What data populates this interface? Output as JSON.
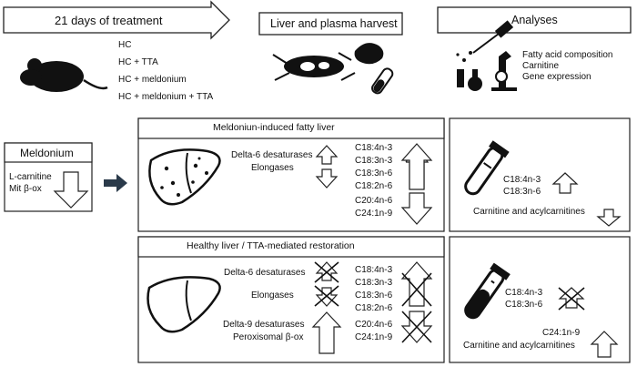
{
  "top": {
    "treatment": {
      "title": "21 days of treatment",
      "groups": [
        "HC",
        "HC + TTA",
        "HC + meldonium",
        "HC + meldonium + TTA"
      ]
    },
    "harvest": {
      "title": "Liver and plasma harvest"
    },
    "analyses": {
      "title": "Analyses",
      "items": [
        "Fatty acid composition",
        "Carnitine",
        "Gene expression"
      ]
    }
  },
  "meldonium": {
    "title": "Meldonium",
    "items": [
      "L-carnitine",
      "Mit β-ox"
    ]
  },
  "fatty_liver": {
    "title": "Meldoniun-induced fatty liver",
    "enzymes_up": [
      "Delta-6 desaturases",
      "Elongases"
    ],
    "fa_up": [
      "C18:4n-3",
      "C18:3n-3",
      "C18:3n-6",
      "C18:2n-6"
    ],
    "fa_down": [
      "C20:4n-6",
      "C24:1n-9"
    ],
    "plasma_fa": [
      "C18:4n-3",
      "C18:3n-6"
    ],
    "plasma_carnitine": "Carnitine and acylcarnitines"
  },
  "healthy_liver": {
    "title": "Healthy liver / TTA-mediated restoration",
    "enzymes_blocked": [
      "Delta-6 desaturases",
      "Elongases"
    ],
    "enzymes_up": [
      "Delta-9 desaturases",
      "Peroxisomal β-ox"
    ],
    "fa_blocked": [
      "C18:4n-3",
      "C18:3n-3",
      "C18:3n-6",
      "C18:2n-6"
    ],
    "fa_blocked_down": [
      "C20:4n-6",
      "C24:1n-9"
    ],
    "plasma_fa": [
      "C18:4n-3",
      "C18:3n-6"
    ],
    "plasma_up": [
      "C24:1n-9",
      "Carnitine and acylcarnitines"
    ]
  },
  "colors": {
    "ink": "#111111",
    "arrow_fill": "#2a3a4a"
  }
}
